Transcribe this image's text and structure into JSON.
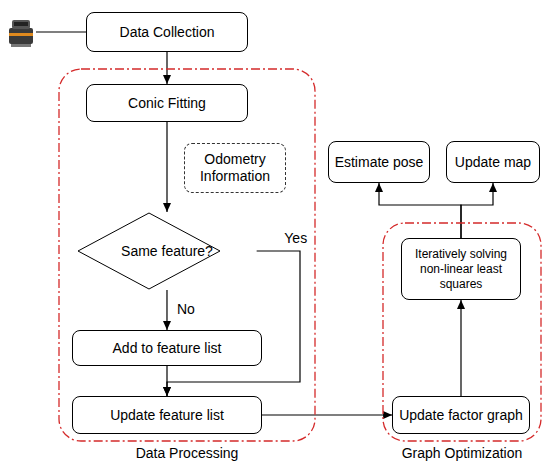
{
  "diagram": {
    "nodes": [
      {
        "text": [
          "Data Collection"
        ]
      },
      {
        "text": [
          "Data Processing"
        ]
      },
      {
        "text": [
          "Conic Fitting"
        ],
        "in": 1
      },
      {
        "text": [
          "Odometry Information"
        ],
        "in": 1
      },
      {
        "text": [
          "Same feature?"
        ],
        "in": 1
      },
      {
        "text": [
          "Add to feature list"
        ],
        "in": 1
      },
      {
        "text": [
          "Update feature list"
        ],
        "in": 1
      },
      {
        "text": [
          "Estimate pose"
        ]
      },
      {
        "text": [
          "Update map"
        ]
      },
      {
        "text": [
          "Graph Optimization"
        ]
      },
      {
        "text": [
          "Iteratively solving non-linear least squares"
        ],
        "in": 9
      },
      {
        "text": [
          "Update factor graph"
        ],
        "in": 9
      }
    ],
    "edges": [
      {
        "from": 0,
        "to": 2,
        "arrow": "to"
      },
      {
        "from": 2,
        "to": 4,
        "arrow": "to"
      },
      {
        "from": 4,
        "to": 5,
        "label": "No",
        "arrow": "to"
      },
      {
        "from": 4,
        "to": 6,
        "label": "Yes",
        "arrow": "to"
      },
      {
        "from": 5,
        "to": 6,
        "arrow": "to"
      },
      {
        "from": 6,
        "to": 11,
        "arrow": "to"
      },
      {
        "from": 11,
        "to": 10,
        "arrow": "to"
      },
      {
        "from": 10,
        "to": 7,
        "arrow": "to"
      },
      {
        "from": 10,
        "to": 8,
        "arrow": "to"
      }
    ]
  }
}
